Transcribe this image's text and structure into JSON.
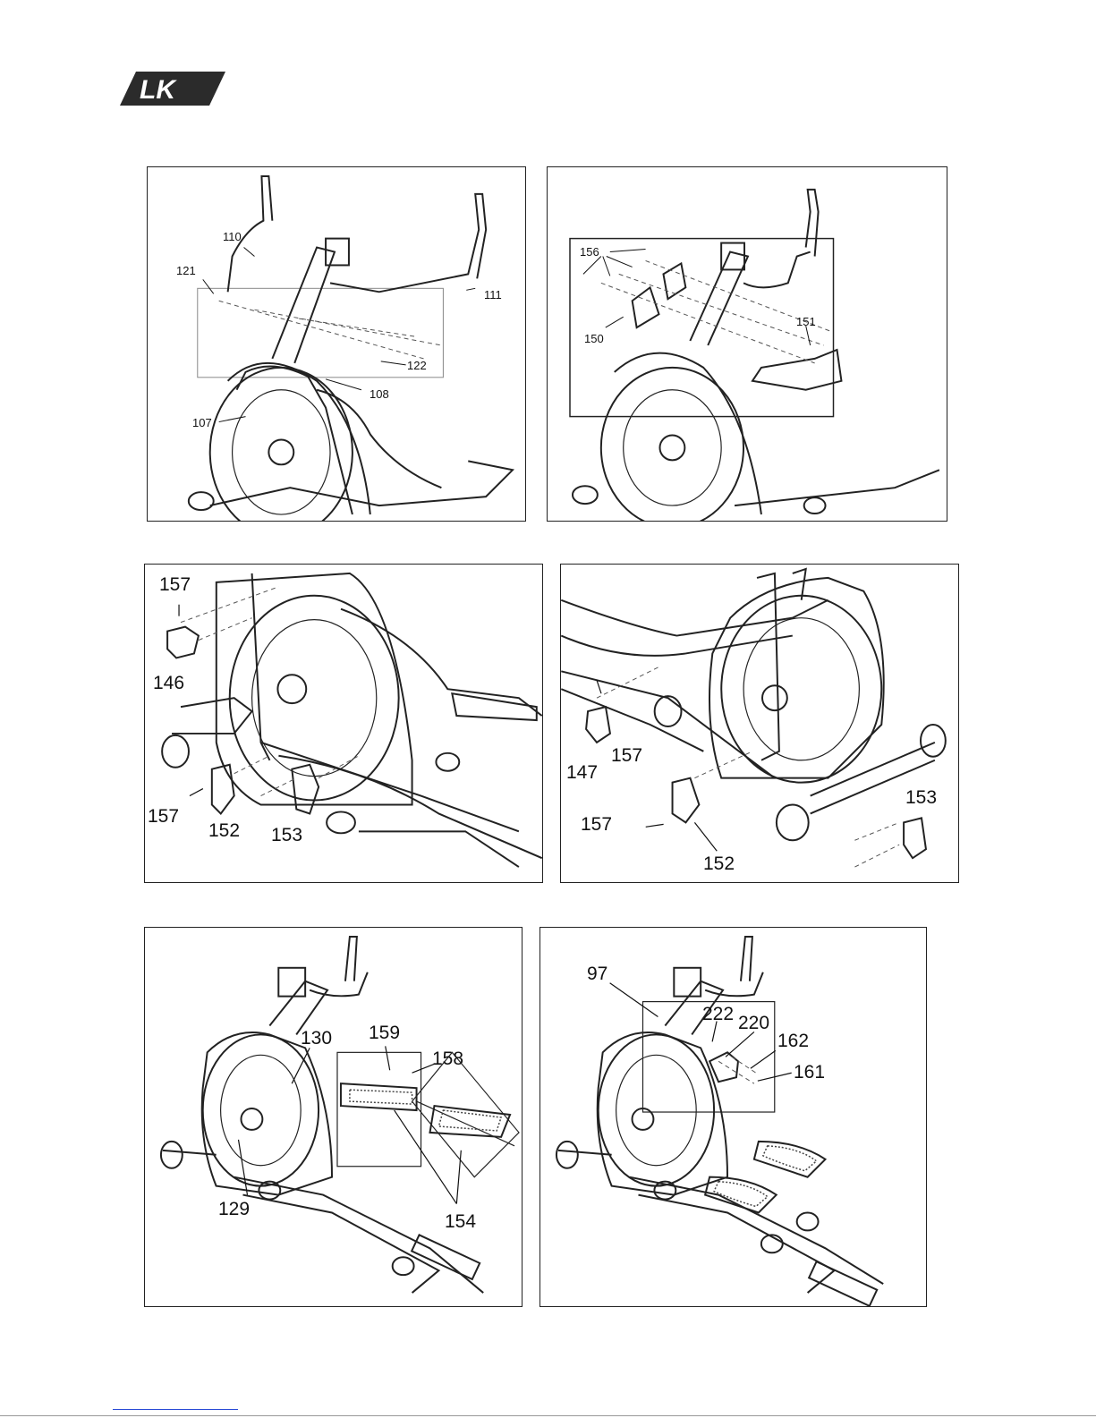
{
  "brand": {
    "logo_text": "LK"
  },
  "panels": [
    {
      "id": "p1",
      "callouts": [
        "110",
        "121",
        "111",
        "122",
        "108",
        "107"
      ]
    },
    {
      "id": "p2",
      "callouts": [
        "156",
        "150",
        "151"
      ]
    },
    {
      "id": "p3",
      "callouts": [
        "157",
        "146",
        "157",
        "152",
        "153"
      ]
    },
    {
      "id": "p4",
      "callouts": [
        "147",
        "157",
        "157",
        "152",
        "153"
      ]
    },
    {
      "id": "p5",
      "callouts": [
        "130",
        "159",
        "158",
        "129",
        "154"
      ]
    },
    {
      "id": "p6",
      "callouts": [
        "97",
        "222",
        "220",
        "162",
        "161"
      ]
    }
  ]
}
